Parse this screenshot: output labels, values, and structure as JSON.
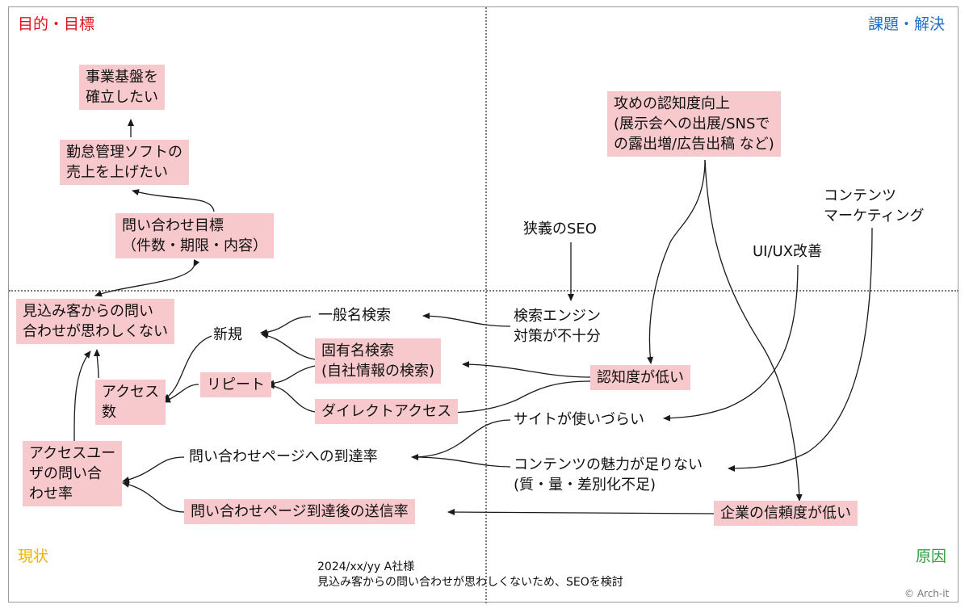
{
  "quadrants": {
    "top_left": {
      "label": "目的・目標",
      "color": "#e0151b"
    },
    "top_right": {
      "label": "課題・解決",
      "color": "#1f6fc5"
    },
    "bottom_left": {
      "label": "現状",
      "color": "#f0b400"
    },
    "bottom_right": {
      "label": "原因",
      "color": "#2e9e3a"
    }
  },
  "nodes": {
    "foundation": {
      "line1": "事業基盤を",
      "line2": "確立したい"
    },
    "sales": {
      "line1": "勤怠管理ソフトの",
      "line2": "売上を上げたい"
    },
    "inquiry_goal": {
      "line1": "問い合わせ目標",
      "line2": "（件数・期限・内容）"
    },
    "current": {
      "line1": "見込み客からの問い",
      "line2": "合わせが思わしくない"
    },
    "access_count": {
      "line1": "アクセス",
      "line2": "数"
    },
    "new": {
      "text": "新規"
    },
    "repeat": {
      "text": "リピート"
    },
    "generic_search": {
      "text": "一般名検索"
    },
    "named_search": {
      "line1": "固有名検索",
      "line2": "(自社情報の検索)"
    },
    "direct_access": {
      "text": "ダイレクトアクセス"
    },
    "user_rate": {
      "line1": "アクセスユー",
      "line2": "ザの問い合",
      "line3": "わせ率"
    },
    "reach_rate": {
      "text": "問い合わせページへの到達率"
    },
    "send_rate": {
      "text": "問い合わせページ到達後の送信率"
    },
    "seo_weak": {
      "line1": "検索エンジン",
      "line2": "対策が不十分"
    },
    "awareness_low": {
      "text": "認知度が低い"
    },
    "site_hard": {
      "text": "サイトが使いづらい"
    },
    "content_weak": {
      "line1": "コンテンツの魅力が足りない",
      "line2": "(質・量・差別化不足)"
    },
    "trust_low": {
      "text": "企業の信頼度が低い"
    },
    "narrow_seo": {
      "text": "狭義のSEO"
    },
    "uiux": {
      "text": "UI/UX改善"
    },
    "content_marketing": {
      "line1": "コンテンツ",
      "line2": "マーケティング"
    },
    "aggressive": {
      "line1": "攻めの認知度向上",
      "line2": "(展示会への出展/SNSで",
      "line3": "の露出増/広告出稿 など)"
    }
  },
  "caption": {
    "line1": "2024/xx/yy A社様",
    "line2": "見込み客からの問い合わせが思わしくないため、SEOを検討"
  },
  "copyright": "© Arch-it",
  "colors": {
    "box_fill": "#f8c9cc",
    "line": "#1a1a1a"
  }
}
